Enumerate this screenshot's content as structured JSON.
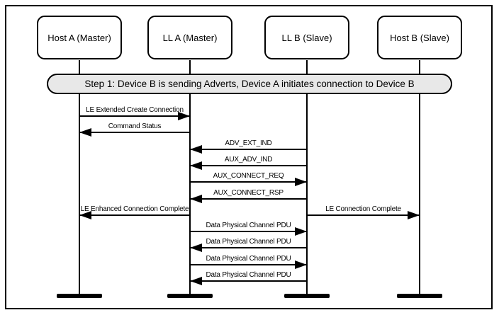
{
  "diagram": {
    "type": "sequence-diagram",
    "banner": {
      "label": "Step 1: Device B is sending Adverts, Device A initiates connection to Device B"
    },
    "actors": [
      {
        "id": "host_a",
        "label": "Host A (Master)"
      },
      {
        "id": "ll_a",
        "label": "LL A (Master)"
      },
      {
        "id": "ll_b",
        "label": "LL B (Slave)"
      },
      {
        "id": "host_b",
        "label": "Host B (Slave)"
      }
    ],
    "messages": [
      {
        "label": "LE Extended Create Connection",
        "from": "host_a",
        "to": "ll_a",
        "row": 0
      },
      {
        "label": "Command Status",
        "from": "ll_a",
        "to": "host_a",
        "row": 1
      },
      {
        "label": "ADV_EXT_IND",
        "from": "ll_b",
        "to": "ll_a",
        "row": 2
      },
      {
        "label": "AUX_ADV_IND",
        "from": "ll_b",
        "to": "ll_a",
        "row": 3
      },
      {
        "label": "AUX_CONNECT_REQ",
        "from": "ll_a",
        "to": "ll_b",
        "row": 4
      },
      {
        "label": "AUX_CONNECT_RSP",
        "from": "ll_b",
        "to": "ll_a",
        "row": 5
      },
      {
        "label": "LE Enhanced Connection Complete",
        "from": "ll_a",
        "to": "host_a",
        "row": 6
      },
      {
        "label": "LE Connection Complete",
        "from": "ll_b",
        "to": "host_b",
        "row": 6
      },
      {
        "label": "Data Physical Channel PDU",
        "from": "ll_a",
        "to": "ll_b",
        "row": 7
      },
      {
        "label": "Data Physical Channel PDU",
        "from": "ll_b",
        "to": "ll_a",
        "row": 8
      },
      {
        "label": "Data Physical Channel PDU",
        "from": "ll_a",
        "to": "ll_b",
        "row": 9
      },
      {
        "label": "Data Physical Channel PDU",
        "from": "ll_b",
        "to": "ll_a",
        "row": 10
      }
    ],
    "colors": {
      "line": "#000000",
      "banner_fill": "#e8e8e8",
      "box_fill": "#ffffff",
      "background": "#ffffff"
    }
  }
}
